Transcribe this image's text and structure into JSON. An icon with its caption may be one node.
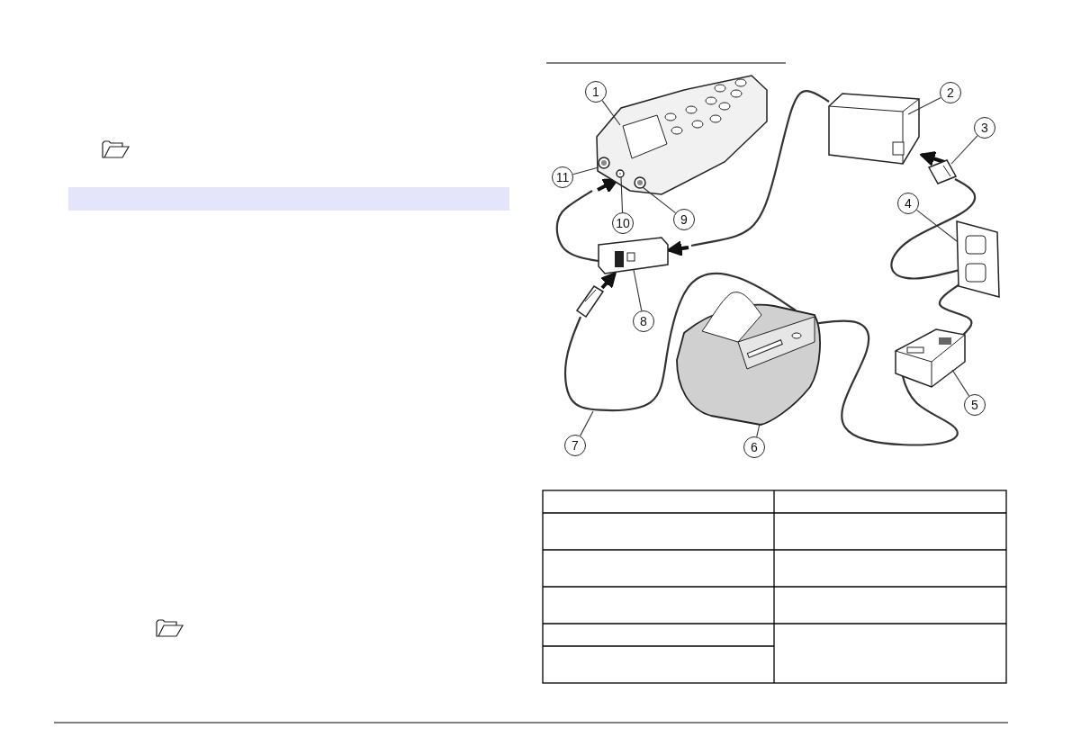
{
  "diagram": {
    "nodes": [
      {
        "text": [
          "1"
        ]
      },
      {
        "text": [
          "2"
        ]
      },
      {
        "text": [
          "3"
        ]
      },
      {
        "text": [
          "4"
        ]
      },
      {
        "text": [
          "5"
        ]
      },
      {
        "text": [
          "6"
        ]
      },
      {
        "text": [
          "7"
        ]
      },
      {
        "text": [
          "8"
        ]
      },
      {
        "text": [
          "9"
        ]
      },
      {
        "text": [
          "10"
        ]
      },
      {
        "text": [
          "11"
        ]
      },
      {
        "text": [],
        "shape": "picture"
      },
      {
        "text": [],
        "shape": "picture"
      },
      {
        "text": [],
        "shape": "picture"
      },
      {
        "text": [],
        "shape": "picture"
      },
      {
        "text": [],
        "shape": "picture"
      },
      {
        "text": [],
        "shape": "picture"
      },
      {
        "text": [],
        "shape": "picture"
      },
      {
        "text": [],
        "shape": "picture"
      },
      {
        "text": [],
        "shape": "circle",
        "in": 11
      },
      {
        "text": [],
        "shape": "circle",
        "in": 11
      },
      {
        "text": [],
        "shape": "circle",
        "in": 11
      }
    ],
    "edges": [
      {
        "from": 0,
        "to": 11,
        "arrow": "none"
      },
      {
        "from": 1,
        "to": 12,
        "arrow": "none"
      },
      {
        "from": 2,
        "to": 13,
        "arrow": "none"
      },
      {
        "from": 3,
        "to": 14,
        "arrow": "none"
      },
      {
        "from": 4,
        "to": 15,
        "arrow": "none"
      },
      {
        "from": 5,
        "to": 16,
        "arrow": "none"
      },
      {
        "from": 6,
        "to": null,
        "arrow": "none"
      },
      {
        "from": 7,
        "to": 18,
        "arrow": "none"
      },
      {
        "from": 8,
        "to": 19,
        "arrow": "none"
      },
      {
        "from": 9,
        "to": 20,
        "arrow": "none"
      },
      {
        "from": 10,
        "to": 21,
        "arrow": "none"
      },
      {
        "from": 13,
        "to": 12,
        "arrow": "to",
        "style": "thick"
      },
      {
        "from": 17,
        "to": 18,
        "arrow": "to",
        "style": "thick"
      },
      {
        "from": null,
        "to": 18,
        "arrow": "to",
        "style": "thick"
      },
      {
        "from": null,
        "to": 20,
        "arrow": "to",
        "style": "thick"
      },
      {
        "from": 12,
        "to": null,
        "arrow": "none"
      },
      {
        "from": 18,
        "to": null,
        "arrow": "none"
      },
      {
        "from": 13,
        "to": 14,
        "arrow": "none"
      },
      {
        "from": 14,
        "to": 15,
        "arrow": "none"
      },
      {
        "from": 15,
        "to": 16,
        "arrow": "none"
      },
      {
        "from": 17,
        "to": 16,
        "arrow": "none"
      }
    ]
  }
}
